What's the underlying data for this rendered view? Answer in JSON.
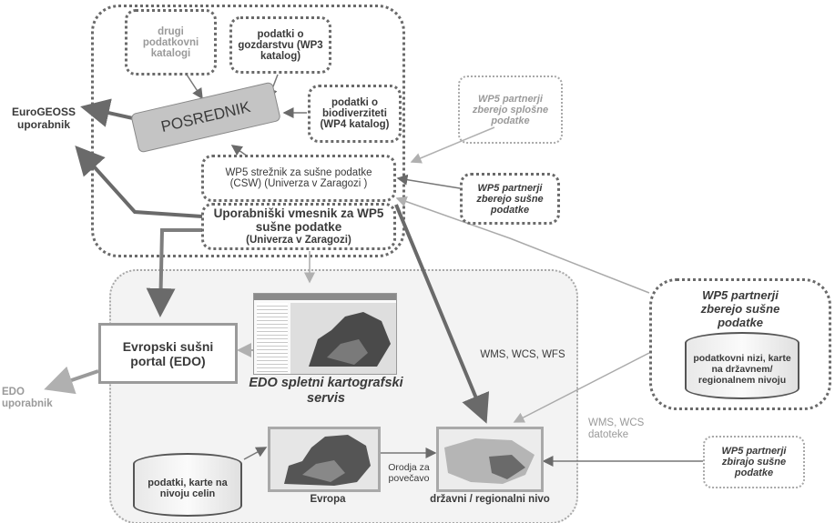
{
  "catalogs": {
    "other": "drugi podatkovni katalogi",
    "forestry": "podatki o gozdarstvu (WP3 katalog)",
    "biodiversity": "podatki o biodiverziteti (WP4 katalog)"
  },
  "broker": "POSREDNIK",
  "eurogeoss_user": "EuroGEOSS uporabnik",
  "csw_server": "WP5 strežnik za sušne podatke (CSW) (Univerza v Zaragozi )",
  "user_interface": {
    "title": "Uporabniški vmesnik za WP5 sušne podatke",
    "subtitle": "(Univerza v  Zaragozi)"
  },
  "partners": {
    "general": "WP5 partnerji zberejo splošne podatke",
    "drought": "WP5 partnerji zberejo sušne podatke",
    "drought_big": "WP5 partnerji zberejo sušne podatke",
    "collect": "WP5 partnerji zbirajo sušne podatke"
  },
  "national_datasets": "podatkovni nizi, karte na državnem/ regionalnem nivoju",
  "edo_portal": "Evropski sušni portal (EDO)",
  "edo_user": "EDO uporabnik",
  "web_map_service": "EDO spletni kartografski servis",
  "wms_wcs_wfs": "WMS, WCS, WFS",
  "wms_wcs_files": "WMS, WCS datoteke",
  "continental_data": "podatki, karte na nivoju celin",
  "europe_label": "Evropa",
  "zoom_tools": "Orodja za povečavo",
  "national_level": "državni / regionalni nivo",
  "colors": {
    "dark_border": "#6a6a6a",
    "light_border": "#a8a8a8",
    "broker_fill": "#c4c4c4"
  }
}
